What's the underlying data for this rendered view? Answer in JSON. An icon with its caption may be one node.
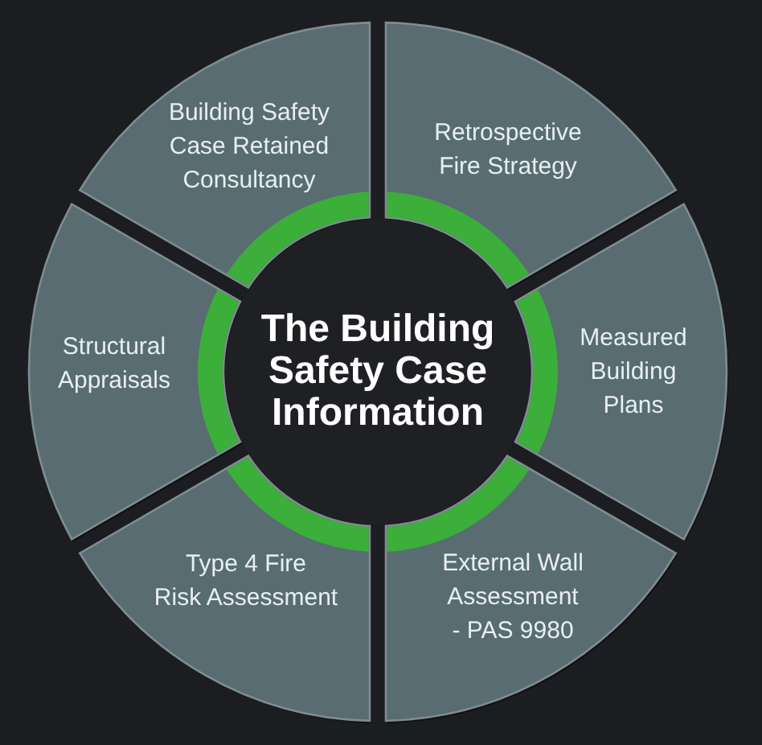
{
  "diagram": {
    "nodes": [
      {
        "text": [
          "The Building Safety Case Information"
        ]
      },
      {
        "text": [
          "Building Safety Case Retained Consultancy"
        ]
      },
      {
        "text": [
          "Retrospective Fire Strategy"
        ]
      },
      {
        "text": [
          "Measured Building Plans"
        ]
      },
      {
        "text": [
          "External Wall Assessment - PAS 9980"
        ]
      },
      {
        "text": [
          "Type 4 Fire Risk Assessment"
        ]
      },
      {
        "text": [
          "Structural Appraisals"
        ]
      },
      {
        "text": [],
        "shape": "arc",
        "in": 1
      },
      {
        "text": [],
        "shape": "arc",
        "in": 2
      },
      {
        "text": [],
        "shape": "arc",
        "in": 3
      },
      {
        "text": [],
        "shape": "arc",
        "in": 4
      },
      {
        "text": [],
        "shape": "arc",
        "in": 5
      },
      {
        "text": [],
        "shape": "arc",
        "in": 6
      }
    ]
  }
}
